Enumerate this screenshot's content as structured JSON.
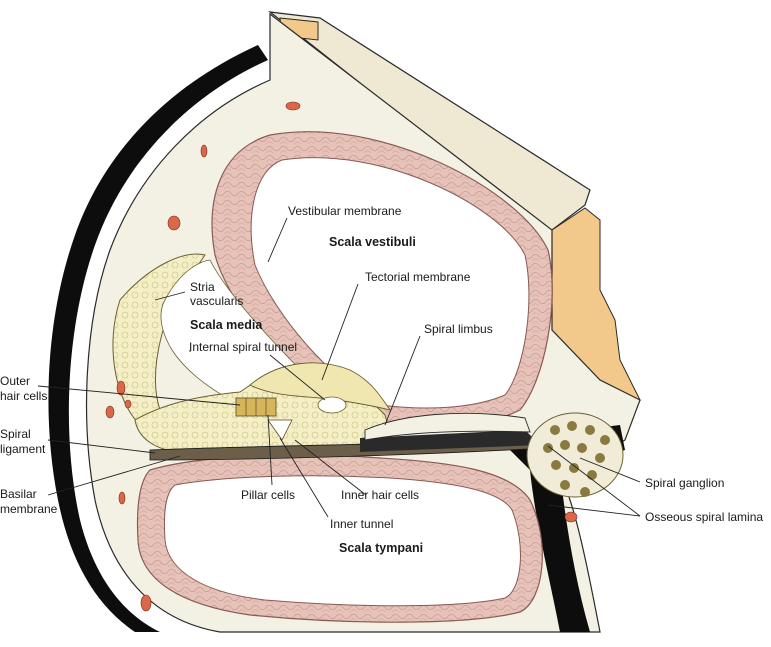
{
  "labels": {
    "vestibular_membrane": "Vestibular membrane",
    "scala_vestibuli": "Scala vestibuli",
    "tectorial_membrane": "Tectorial membrane",
    "stria_vascularis_1": "Stria",
    "stria_vascularis_2": "vascularis",
    "scala_media": "Scala media",
    "spiral_limbus": "Spiral limbus",
    "internal_spiral_tunnel": "Internal spiral tunnel",
    "outer_hair_cells_1": "Outer",
    "outer_hair_cells_2": "hair cells",
    "spiral_ligament_1": "Spiral",
    "spiral_ligament_2": "ligament",
    "basilar_membrane_1": "Basilar",
    "basilar_membrane_2": "membrane",
    "pillar_cells": "Pillar cells",
    "inner_hair_cells": "Inner hair cells",
    "inner_tunnel": "Inner tunnel",
    "scala_tympani": "Scala tympani",
    "spiral_ganglion": "Spiral ganglion",
    "osseous_spiral_lamina": "Osseous spiral lamina"
  },
  "colors": {
    "bone": "#f3f0e4",
    "bone_edge": "#2a2a2a",
    "outer_wall": "#0d0d0d",
    "membrane_pink": "#e6c2b8",
    "membrane_edge": "#8a5a55",
    "cavity": "#ffffff",
    "cut_face": "#f2c98a",
    "organ_yellow": "#f4efc4",
    "vessel_red": "#d9684a",
    "ganglion": "#8a7a40"
  }
}
